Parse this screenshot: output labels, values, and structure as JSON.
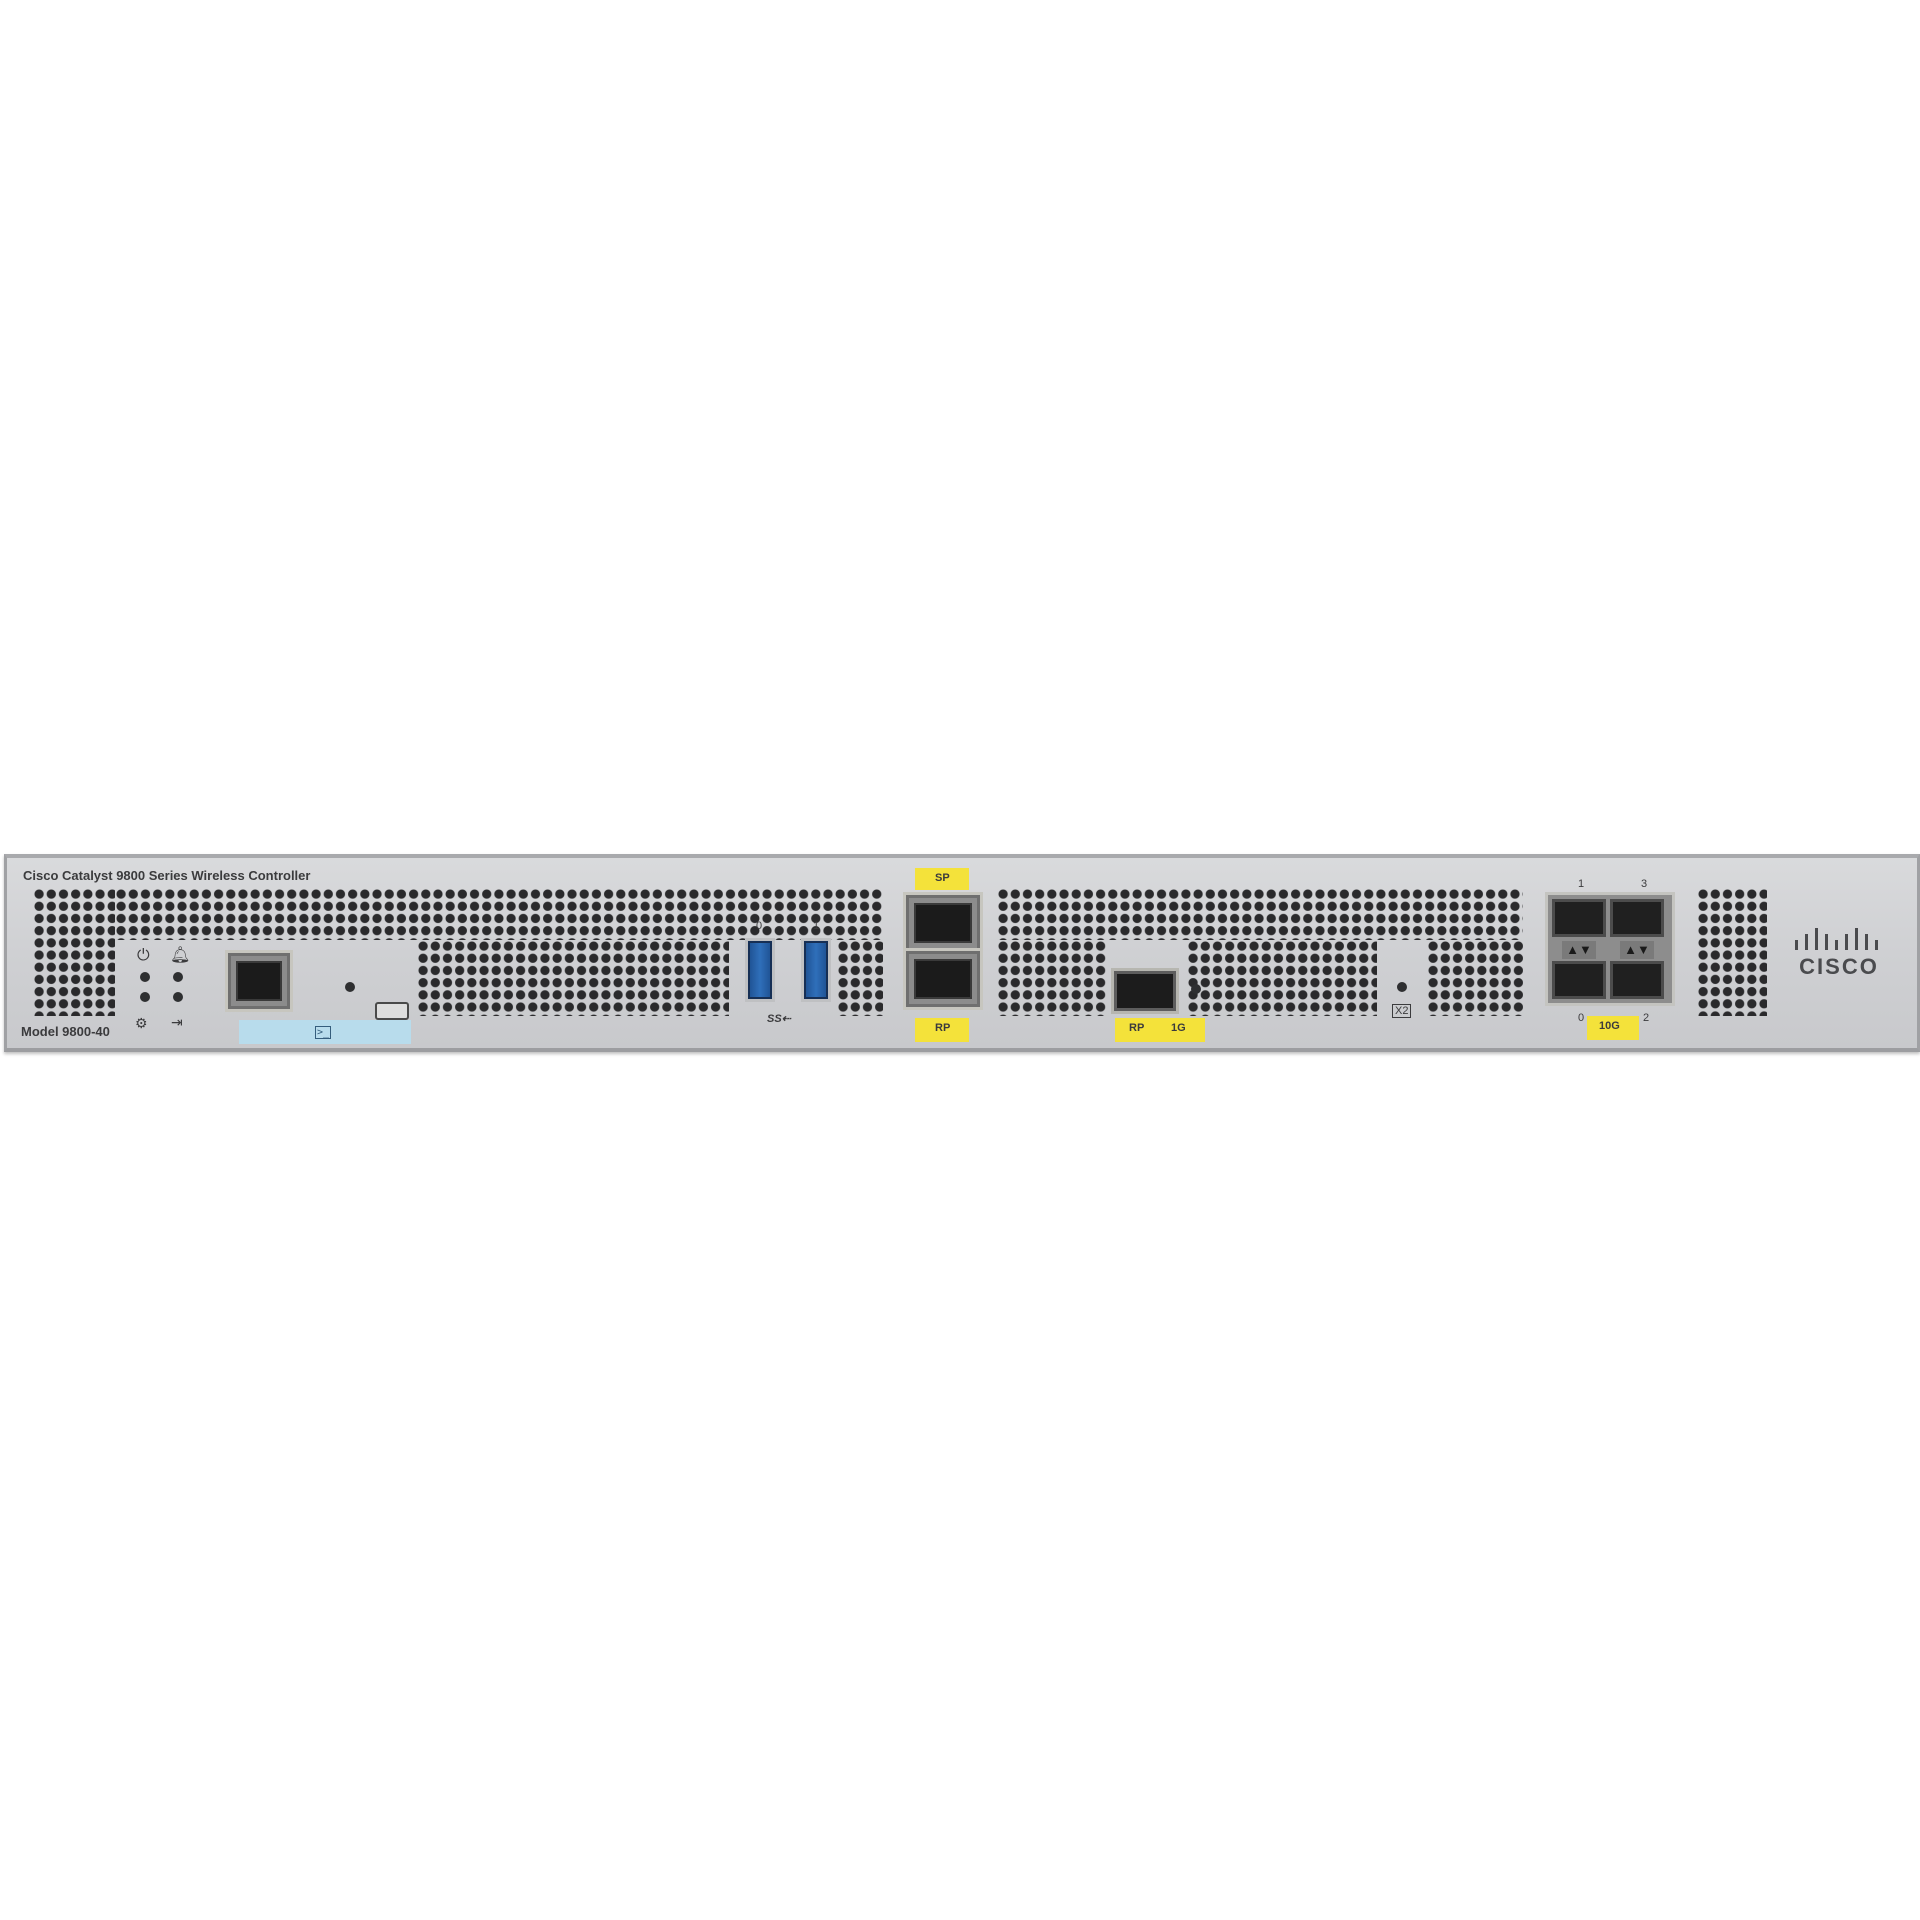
{
  "device": {
    "title": "Cisco Catalyst 9800 Series Wireless Controller",
    "model": "Model 9800-40"
  },
  "labels": {
    "usb_port_0": "0",
    "usb_port_1": "1",
    "usb_mark": "SS⇠",
    "sp_label": "SP",
    "rp_label": "RP",
    "sfp_rp_label": "RP",
    "sfp_speed_label": "1G",
    "sfp_port_1": "1",
    "sfp_port_3": "3",
    "sfp_port_0": "0",
    "sfp_port_2": "2",
    "sfp_speed_group": "10G",
    "x2_label": "X2"
  },
  "brand": {
    "logo_text": "CISCO"
  },
  "colors": {
    "chassis": "#d2d3d6",
    "highlight_yellow": "#f4e23a",
    "console_blue": "#b8dcec",
    "usb_blue": "#2f6fba"
  }
}
